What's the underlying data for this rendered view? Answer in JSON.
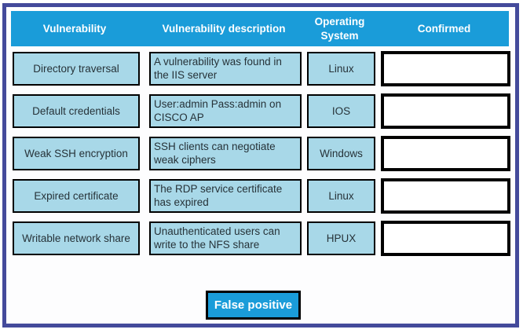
{
  "colors": {
    "frame_border": "#444a9b",
    "header_bg": "#1a9cd9",
    "cell_bg": "#a8d8e8",
    "cell_border": "#000000",
    "dropzone_bg": "#ffffff",
    "button_bg": "#1a9cd9",
    "header_text": "#ffffff",
    "cell_text": "#263238"
  },
  "header": {
    "columns": [
      "Vulnerability",
      "Vulnerability description",
      "Operating System",
      "Confirmed"
    ]
  },
  "rows": [
    {
      "vulnerability": "Directory traversal",
      "description": "A vulnerability was found in the IIS server",
      "os": "Linux",
      "confirmed": ""
    },
    {
      "vulnerability": "Default credentials",
      "description": "User:admin Pass:admin on CISCO AP",
      "os": "IOS",
      "confirmed": ""
    },
    {
      "vulnerability": "Weak SSH encryption",
      "description": "SSH clients can negotiate weak ciphers",
      "os": "Windows",
      "confirmed": ""
    },
    {
      "vulnerability": "Expired certificate",
      "description": "The RDP service certificate has expired",
      "os": "Linux",
      "confirmed": ""
    },
    {
      "vulnerability": "Writable network share",
      "description": "Unauthenticated users can write to the NFS share",
      "os": "HPUX",
      "confirmed": ""
    }
  ],
  "button": {
    "label": "False positive"
  }
}
